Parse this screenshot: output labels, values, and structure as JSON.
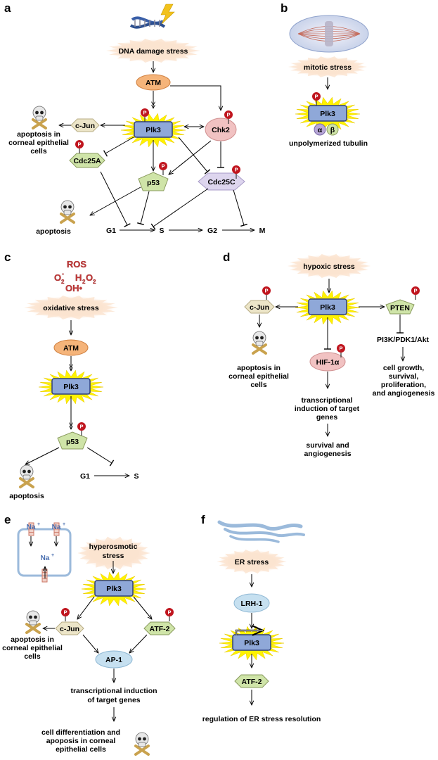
{
  "colors": {
    "plk3_fill": "#8fa8d8",
    "plk3_border": "#2e3f7a",
    "starburst": "#fff200",
    "atm_fill": "#f5b47a",
    "chk2_fill": "#f1c2c2",
    "cdc25c_fill": "#ddd5ee",
    "green_node": "#cfe4a8",
    "tan_node": "#ece5c8",
    "ap1_fill": "#c6e0f0",
    "p_marker": "#c0161f",
    "stress_cloud": "#fbe3cf",
    "ros_text": "#c23a3a",
    "er_membrane": "#9bbadb",
    "channel": "#cc7766"
  },
  "panels": {
    "a": {
      "label": "a",
      "stress": "DNA damage stress",
      "atm": "ATM",
      "plk3": "Plk3",
      "chk2": "Chk2",
      "cjun": "c-Jun",
      "cdc25a": "Cdc25A",
      "cdc25c": "Cdc25C",
      "p53": "p53",
      "apoptosis_corneal": [
        "apoptosis  in",
        "corneal epithelial",
        "cells"
      ],
      "apoptosis": "apoptosis",
      "g1": "G1",
      "s": "S",
      "g2": "G2",
      "m": "M"
    },
    "b": {
      "label": "b",
      "stress": "mitotic stress",
      "plk3": "Plk3",
      "alpha": "α",
      "beta": "β",
      "tubulin": "unpolymerized tubulin"
    },
    "c": {
      "label": "c",
      "ros": "ROS",
      "o2": "O",
      "o2_sub": "2",
      "o2_sup": "-",
      "h2o2_h": "H",
      "h2o2_o": "O",
      "sub2": "2",
      "oh": "OH•",
      "stress": "oxidative stress",
      "atm": "ATM",
      "plk3": "Plk3",
      "p53": "p53",
      "apoptosis": "apoptosis",
      "g1": "G1",
      "s": "S"
    },
    "d": {
      "label": "d",
      "stress": "hypoxic stress",
      "plk3": "Plk3",
      "cjun": "c-Jun",
      "pten": "PTEN",
      "hif": "HIF-1α",
      "apoptosis_corneal": [
        "apoptosis in",
        "corneal epithelial",
        "cells"
      ],
      "pi3k": "PI3K/PDK1/Akt",
      "growth": [
        "cell growth,",
        "survival,",
        "proliferation,",
        "and angiogenesis"
      ],
      "transcription": [
        "transcriptional",
        "induction of target",
        "genes"
      ],
      "survival": [
        "survival and",
        "angiogenesis"
      ]
    },
    "e": {
      "label": "e",
      "na": "Na",
      "plus": "+",
      "stress": [
        "hyperosmotic",
        "stress"
      ],
      "plk3": "Plk3",
      "cjun": "c-Jun",
      "atf2": "ATF-2",
      "ap1": "AP-1",
      "apoptosis_corneal": [
        "apoptosis in",
        "corneal epithelial",
        "cells"
      ],
      "transcription": [
        "transcriptional  induction",
        "of target genes"
      ],
      "differentiation": [
        "cell  differentiation and",
        "apoposis in corneal",
        "epithelial cells"
      ]
    },
    "f": {
      "label": "f",
      "stress": "ER stress",
      "lrh1": "LRH-1",
      "plk3": "Plk3",
      "atf2": "ATF-2",
      "resolution": "regulation of ER stress resolution"
    },
    "p": "P"
  }
}
